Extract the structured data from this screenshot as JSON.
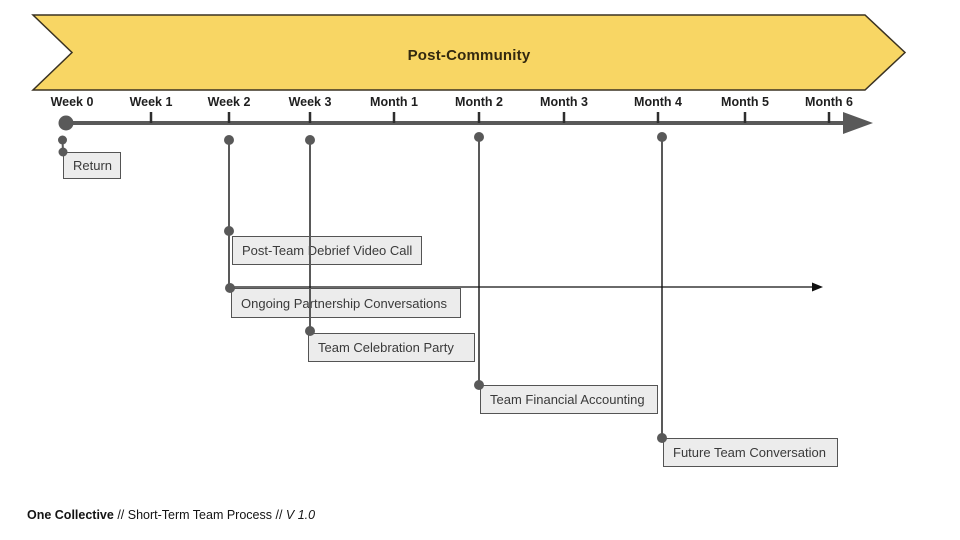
{
  "banner": {
    "title": "Post-Community"
  },
  "timeline": {
    "labels": [
      "Week 0",
      "Week 1",
      "Week 2",
      "Week 3",
      "Month 1",
      "Month 2",
      "Month 3",
      "Month 4",
      "Month 5",
      "Month 6"
    ]
  },
  "events": [
    {
      "label": "Return",
      "anchor": "Week 0"
    },
    {
      "label": "Post-Team Debrief Video Call",
      "anchor": "Week 2"
    },
    {
      "label": "Ongoing Partnership Conversations",
      "anchor": "Week 2",
      "note": "extends with arrow to right"
    },
    {
      "label": "Team Celebration Party",
      "anchor": "Week 3"
    },
    {
      "label": "Team Financial Accounting",
      "anchor": "Month 2"
    },
    {
      "label": "Future Team Conversation",
      "anchor": "Month 4"
    }
  ],
  "footer": {
    "brand": "One Collective",
    "process": " // Short-Term Team Process // ",
    "version": "V 1.0"
  },
  "colors": {
    "banner_fill": "#F8D664",
    "banner_border": "#3A3222",
    "axis": "#595959",
    "tick": "#2e2e2e",
    "thin_arrow": "#111111",
    "box_fill": "#ececec",
    "box_border": "#545454"
  }
}
